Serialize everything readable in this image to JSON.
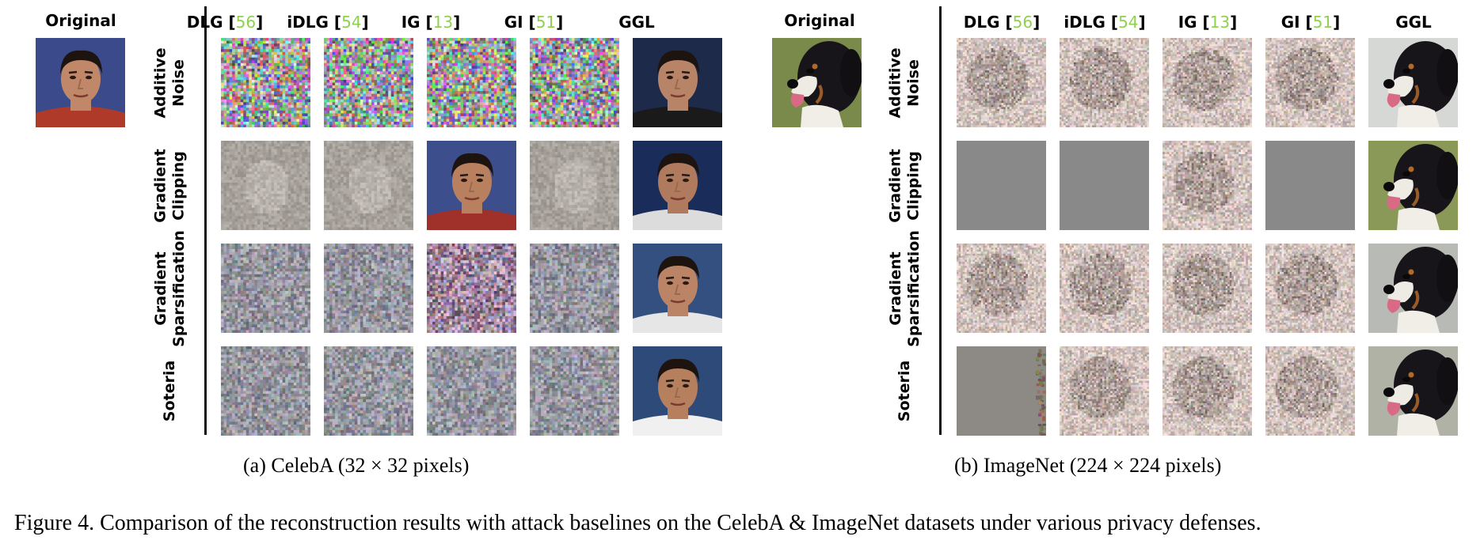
{
  "figure": {
    "caption": "Figure 4. Comparison of the reconstruction results with attack baselines on the CelebA & ImageNet datasets under various privacy defenses."
  },
  "columns": [
    {
      "name": "DLG [",
      "cite": "56",
      "close": "]"
    },
    {
      "name": "iDLG [",
      "cite": "54",
      "close": "]"
    },
    {
      "name": "IG [",
      "cite": "13",
      "close": "]"
    },
    {
      "name": "GI [",
      "cite": "51",
      "close": "]"
    },
    {
      "name": "GGL",
      "cite": "",
      "close": ""
    }
  ],
  "rows": [
    {
      "line1": "Additive",
      "line2": "Noise"
    },
    {
      "line1": "Gradient",
      "line2": "Clipping"
    },
    {
      "line1": "Gradient",
      "line2": "Sparsification"
    },
    {
      "line1": "Soteria",
      "line2": ""
    }
  ],
  "panel_a": {
    "original_label": "Original",
    "subcaption": "(a) CelebA (32 × 32 pixels)",
    "images": [
      [
        "noise-color",
        "noise-color",
        "noise-color",
        "noise-color",
        "face-a"
      ],
      [
        "faint-face",
        "faint-face",
        "face-b",
        "faint-face",
        "face-c"
      ],
      [
        "noise-muted",
        "noise-muted",
        "noise-strong",
        "noise-muted",
        "face-d"
      ],
      [
        "noise-muted",
        "noise-muted",
        "noise-muted",
        "noise-muted",
        "face-e"
      ]
    ]
  },
  "panel_b": {
    "original_label": "Original",
    "subcaption": "(b) ImageNet (224 × 224 pixels)",
    "images": [
      [
        "noise-dark",
        "noise-dark",
        "noise-dark",
        "noise-dark",
        "dog-a"
      ],
      [
        "gray-flat",
        "gray-flat",
        "dog-noisy",
        "gray-flat",
        "dog-b"
      ],
      [
        "noise-dark",
        "noise-dark",
        "noise-dark",
        "noise-dark",
        "dog-c"
      ],
      [
        "gray-flat-edge",
        "noise-dark",
        "noise-dark",
        "noise-dark",
        "dog-d"
      ]
    ]
  },
  "colors": {
    "citation": "#8fd14f",
    "divider": "#111111"
  }
}
